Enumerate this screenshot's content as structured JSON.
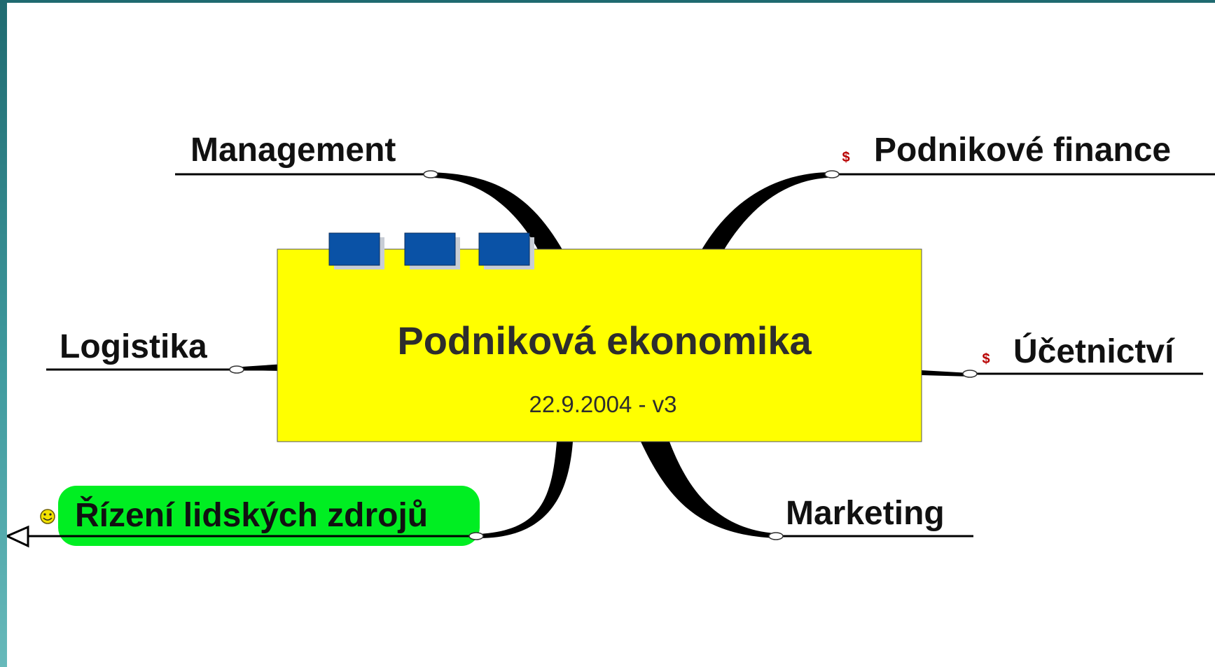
{
  "central_topic": {
    "title": "Podniková ekonomika",
    "subtitle": "22.9.2004 - v3"
  },
  "branches": {
    "management": {
      "label": "Management"
    },
    "logistika": {
      "label": "Logistika"
    },
    "rizeni": {
      "label": "Řízení lidských zdrojů",
      "marker": "smiley-icon",
      "expanded": false
    },
    "finance": {
      "label": "Podnikové finance",
      "marker": "dollar-icon"
    },
    "ucetnictvi": {
      "label": "Účetnictví",
      "marker": "dollar-icon"
    },
    "marketing": {
      "label": "Marketing"
    }
  },
  "markers": {
    "dollar": "$"
  },
  "colors": {
    "central_fill": "#ffff00",
    "highlight_fill": "#00ee22",
    "tab_fill": "#0a52a6",
    "dollar": "#b80000",
    "smiley": "#f2e200"
  }
}
